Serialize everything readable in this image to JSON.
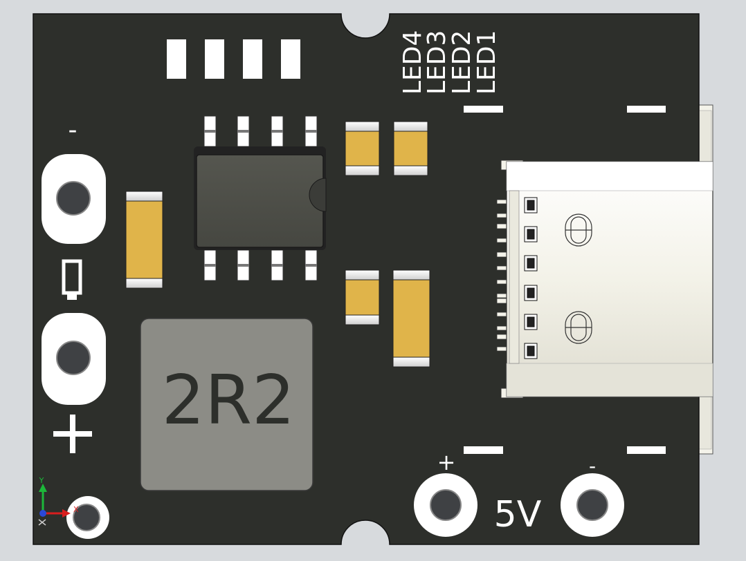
{
  "board": {
    "inductor_label": "2R2",
    "output_voltage_label": "5V",
    "led_labels": [
      "LED4",
      "LED3",
      "LED2",
      "LED1"
    ],
    "input_minus": "-",
    "input_plus": "+",
    "output_plus": "+",
    "output_minus": "-"
  },
  "triad": {
    "x_label": "X",
    "y_label": "Y"
  },
  "colors": {
    "background": "#d7dadd",
    "pcb": "#2d2f2b",
    "silkscreen": "#ffffff",
    "capacitor": "#e0b44a",
    "inductor": "#8c8c86",
    "ic_body": "#4b4c48",
    "connector": "#f4f3ea"
  }
}
